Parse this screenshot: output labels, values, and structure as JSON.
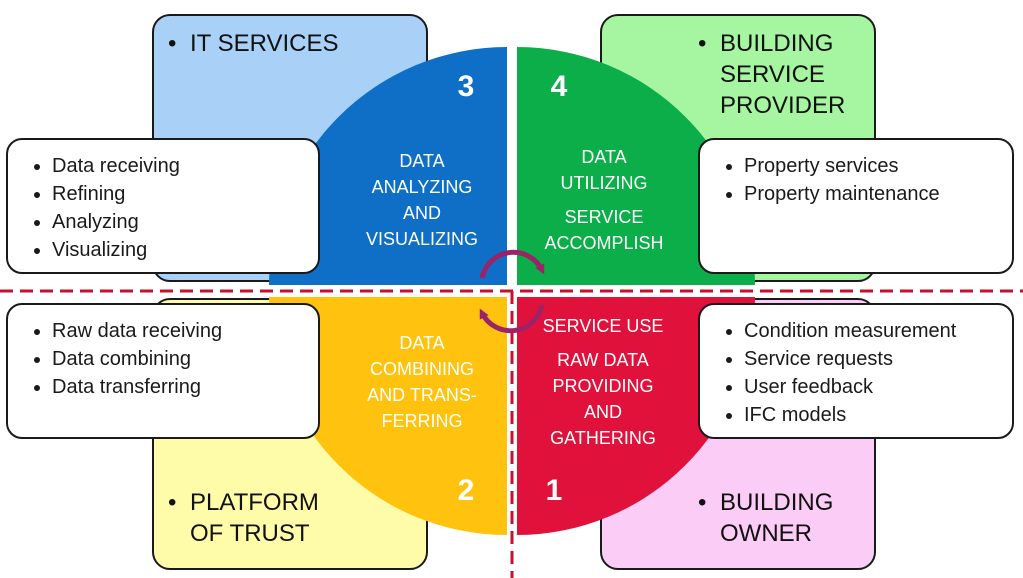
{
  "roles": {
    "it_services": {
      "title": "IT SERVICES",
      "color": "#a9d1f7"
    },
    "building_service_provider": {
      "title_lines": [
        "BUILDING",
        "SERVICE",
        "PROVIDER"
      ],
      "color": "#a6f5a0"
    },
    "platform_of_trust": {
      "title_lines": [
        "PLATFORM",
        "OF TRUST"
      ],
      "color": "#fefca8"
    },
    "building_owner": {
      "title_lines": [
        "BUILDING",
        "OWNER"
      ],
      "color": "#fbcdf6"
    }
  },
  "quadrants": {
    "q3": {
      "number": "3",
      "lines": [
        "DATA",
        "ANALYZING",
        "AND",
        "VISUALIZING"
      ],
      "color": "#0f6fc6"
    },
    "q4": {
      "number": "4",
      "lines": [
        "DATA",
        "UTILIZING",
        "SERVICE",
        "ACCOMPLISH"
      ],
      "color": "#0cae4a"
    },
    "q2": {
      "number": "2",
      "lines": [
        "DATA",
        "COMBINING",
        "AND TRANS-",
        "FERRING"
      ],
      "color": "#ffc20e"
    },
    "q1": {
      "number": "1",
      "lines": [
        "SERVICE USE",
        "RAW DATA",
        "PROVIDING",
        "AND",
        "GATHERING"
      ],
      "color": "#e0123c"
    }
  },
  "lists": {
    "it_services": [
      "Data receiving",
      "Refining",
      "Analyzing",
      "Visualizing"
    ],
    "building_service_provider": [
      "Property services",
      "Property maintenance"
    ],
    "platform_of_trust": [
      "Raw data receiving",
      "Data combining",
      "Data transferring"
    ],
    "building_owner": [
      "Condition measurement",
      "Service requests",
      "User feedback",
      "IFC models"
    ]
  },
  "colors": {
    "divider": "#c8102e",
    "cycle_arrows": "#9b2367"
  }
}
